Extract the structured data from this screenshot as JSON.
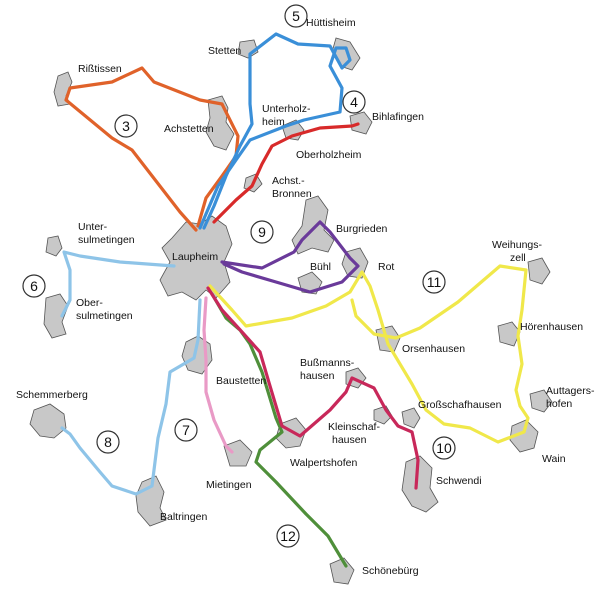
{
  "towns": {
    "laupheim": "Laupheim",
    "risstissen": "Rißtissen",
    "achstetten": "Achstetten",
    "stetten": "Stetten",
    "huettisheim": "Hüttisheim",
    "unterholzheim": [
      "Unterholz-",
      "heim"
    ],
    "bihlafingen": "Bihlafingen",
    "oberholzheim": "Oberholzheim",
    "achst_bronnen": [
      "Achst.-",
      "Bronnen"
    ],
    "burgrieden": "Burgrieden",
    "buehl": "Bühl",
    "rot": "Rot",
    "weihungszell": [
      "Weihungs-",
      "zell"
    ],
    "untersulmetingen": [
      "Unter-",
      "sulmetingen"
    ],
    "obersulmetingen": [
      "Ober-",
      "sulmetingen"
    ],
    "orsenhausen": "Orsenhausen",
    "hoerenhausen": "Hörenhausen",
    "bussmannshausen": [
      "Bußmanns-",
      "hausen"
    ],
    "baustetten": "Baustetten",
    "auttagershofen": [
      "Auttagers-",
      "hofen"
    ],
    "grossschafhausen": "Großschafhausen",
    "schemmerberg": "Schemmerberg",
    "kleinschafhausen": [
      "Kleinschaf-",
      "hausen"
    ],
    "wain": "Wain",
    "schwendi": "Schwendi",
    "walpertshofen": "Walpertshofen",
    "mietingen": "Mietingen",
    "baltringen": "Baltringen",
    "schoenebuerg": "Schönebürg"
  },
  "routes": [
    {
      "number": "3",
      "color": "#e0622a"
    },
    {
      "number": "4",
      "color": "#d82a2a"
    },
    {
      "number": "5",
      "color": "#3a8fd8"
    },
    {
      "number": "6",
      "color": "#8ec4e8"
    },
    {
      "number": "7",
      "color": "#e99ac6"
    },
    {
      "number": "8",
      "color": "#8ec4e8"
    },
    {
      "number": "9",
      "color": "#6a3a9a"
    },
    {
      "number": "10",
      "color": "#d82a5a"
    },
    {
      "number": "11",
      "color": "#f0e84a"
    },
    {
      "number": "12",
      "color": "#6aa84a"
    }
  ],
  "colors": {
    "town_fill": "#c8c8c8",
    "laupheim_route_red": "#c8285a",
    "laupheim_route_green": "#4f8f3a"
  }
}
